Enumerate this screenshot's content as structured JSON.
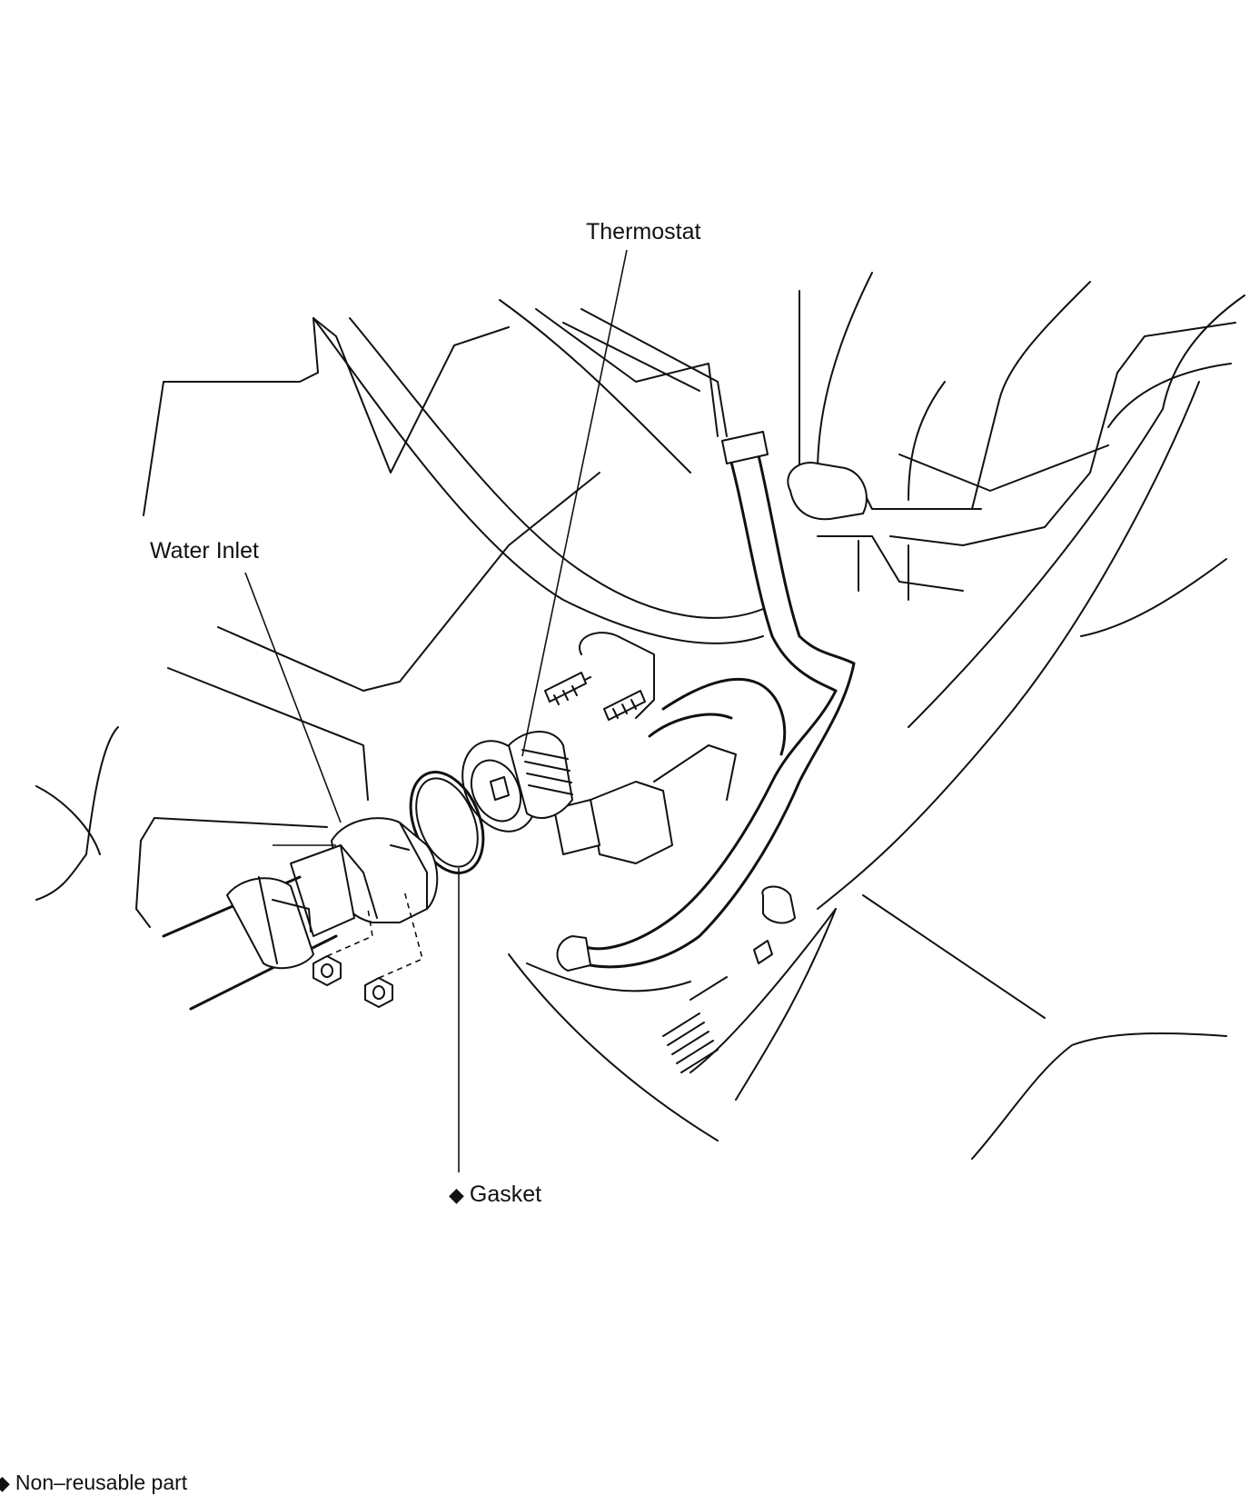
{
  "labels": {
    "thermostat": "Thermostat",
    "water_inlet": "Water Inlet",
    "gasket": "Gasket",
    "legend": "Non–reusable part"
  },
  "symbols": {
    "non_reusable": "◆"
  },
  "icons": {
    "non_reusable": "diamond-icon"
  }
}
